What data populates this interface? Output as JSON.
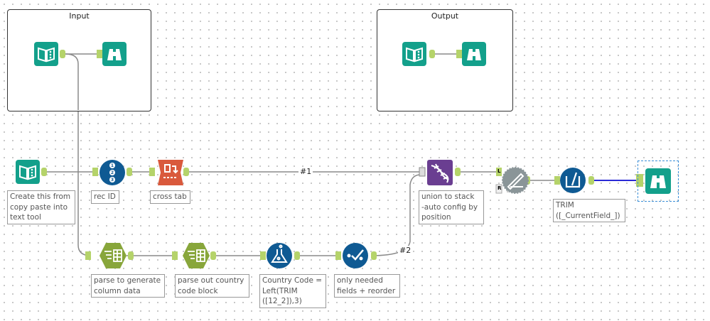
{
  "containers": {
    "input": {
      "title": "Input"
    },
    "output": {
      "title": "Output"
    }
  },
  "tools": [
    {
      "id": "text-input",
      "icon": "book-icon",
      "color": "#13a08b",
      "annotation": "Create this from\ncopy paste into\ntext tool"
    },
    {
      "id": "record-id",
      "icon": "numbered-list-icon",
      "color": "#0f5a93",
      "annotation": "rec ID"
    },
    {
      "id": "cross-tab",
      "icon": "cross-tab-icon",
      "color": "#d9593c",
      "annotation": "cross tab"
    },
    {
      "id": "text-to-columns-1",
      "icon": "parse-columns-icon",
      "color": "#88a63b",
      "annotation": "parse to generate\ncolumn data"
    },
    {
      "id": "text-to-columns-2",
      "icon": "parse-columns-icon",
      "color": "#88a63b",
      "annotation": "parse out country\ncode block"
    },
    {
      "id": "formula",
      "icon": "flask-icon",
      "color": "#0f5a93",
      "annotation": "Country Code =\nLeft(TRIM\n([12_2]),3)"
    },
    {
      "id": "select",
      "icon": "checkmark-icon",
      "color": "#0f5a93",
      "annotation": "only needed\nfields + reorder"
    },
    {
      "id": "union",
      "icon": "dna-icon",
      "color": "#6a3e91",
      "annotation": "union to stack\n-auto config by\nposition"
    },
    {
      "id": "dynamic-rename",
      "icon": "pencil-gear-icon",
      "color": "#8a9598",
      "annotation": ""
    },
    {
      "id": "multi-field-formula",
      "icon": "beaker-icon",
      "color": "#0f5a93",
      "annotation": "TRIM\n([_CurrentField_])"
    },
    {
      "id": "browse",
      "icon": "binoculars-icon",
      "color": "#13a08b",
      "annotation": ""
    }
  ],
  "connections": {
    "c1": "#1",
    "c2": "#2"
  },
  "anchors": {
    "left": "L",
    "right": "R"
  },
  "colors": {
    "anchor": "#b5d36a",
    "wire": "#888888",
    "selected_wire": "#2a2ad6"
  }
}
